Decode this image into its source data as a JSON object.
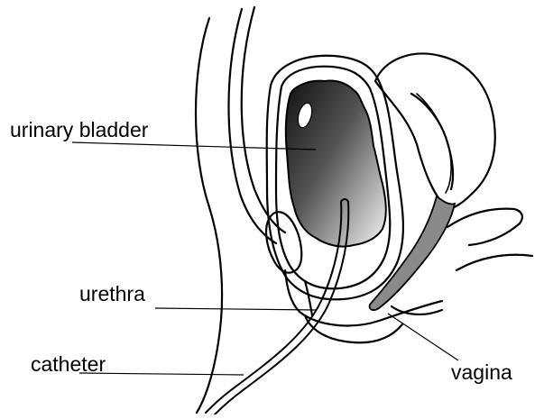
{
  "labels": {
    "urinary_bladder": "urinary bladder",
    "urethra": "urethra",
    "catheter": "catheter",
    "vagina": "vagina"
  },
  "colors": {
    "ink": "#000000",
    "bladder_dark": "#1a1a1a",
    "bladder_light": "#f2f2f2",
    "vaginal_canal": "#8a8a8a",
    "background": "#ffffff"
  }
}
